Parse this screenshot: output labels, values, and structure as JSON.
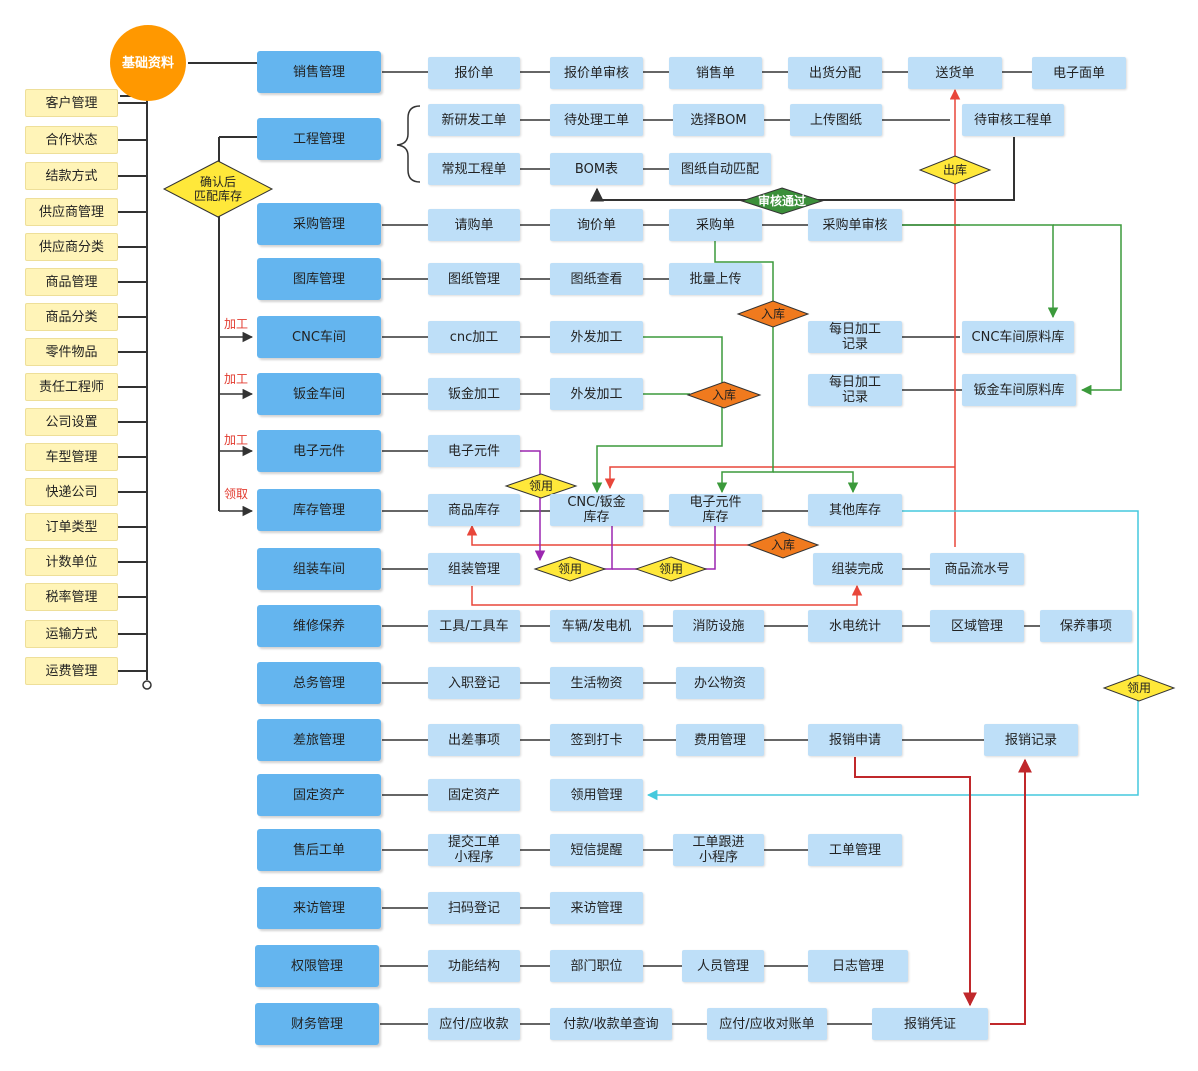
{
  "root": "基础资料",
  "sidebar": [
    "客户管理",
    "合作状态",
    "结款方式",
    "供应商管理",
    "供应商分类",
    "商品管理",
    "商品分类",
    "零件物品",
    "责任工程师",
    "公司设置",
    "车型管理",
    "快递公司",
    "订单类型",
    "计数单位",
    "税率管理",
    "运输方式",
    "运费管理"
  ],
  "modules": {
    "sales": "销售管理",
    "engineering": "工程管理",
    "purchase": "采购管理",
    "drawing": "图库管理",
    "cnc": "CNC车间",
    "sheet": "钣金车间",
    "electronic": "电子元件",
    "inventory": "库存管理",
    "assembly": "组装车间",
    "maintenance": "维修保养",
    "general": "总务管理",
    "travel": "差旅管理",
    "assets": "固定资产",
    "aftersales": "售后工单",
    "visitor": "来访管理",
    "permission": "权限管理",
    "finance": "财务管理"
  },
  "boxes": {
    "quote": "报价单",
    "quote_review": "报价单审核",
    "sales_order": "销售单",
    "ship_alloc": "出货分配",
    "delivery": "送货单",
    "e_waybill": "电子面单",
    "new_rd": "新研发工单",
    "pending_wo": "待处理工单",
    "select_bom": "选择BOM",
    "upload_drawing": "上传图纸",
    "pending_review_wo": "待审核工程单",
    "regular_wo": "常规工程单",
    "bom_table": "BOM表",
    "auto_match": "图纸自动匹配",
    "requisition": "请购单",
    "inquiry": "询价单",
    "purchase_order": "采购单",
    "po_review": "采购单审核",
    "drawing_mgmt": "图纸管理",
    "drawing_view": "图纸查看",
    "batch_upload": "批量上传",
    "cnc_process": "cnc加工",
    "outsource_1": "外发加工",
    "daily_record_1": "每日加工\n记录",
    "cnc_raw": "CNC车间原料库",
    "sheet_process": "钣金加工",
    "outsource_2": "外发加工",
    "daily_record_2": "每日加工\n记录",
    "sheet_raw": "钣金车间原料库",
    "e_component": "电子元件",
    "goods_stock": "商品库存",
    "cnc_sheet_stock": "CNC/钣金\n库存",
    "e_stock": "电子元件\n库存",
    "other_stock": "其他库存",
    "assembly_mgmt": "组装管理",
    "assembly_done": "组装完成",
    "serial_no": "商品流水号",
    "tools": "工具/工具车",
    "vehicle": "车辆/发电机",
    "fire": "消防设施",
    "utility": "水电统计",
    "area": "区域管理",
    "maint_items": "保养事项",
    "onboard": "入职登记",
    "living": "生活物资",
    "office": "办公物资",
    "trip": "出差事项",
    "checkin": "签到打卡",
    "expense": "费用管理",
    "claim_apply": "报销申请",
    "claim_record": "报销记录",
    "fixed_asset": "固定资产",
    "use_mgmt": "领用管理",
    "submit_wo": "提交工单\n小程序",
    "sms": "短信提醒",
    "wo_track": "工单跟进\n小程序",
    "wo_mgmt": "工单管理",
    "scan_reg": "扫码登记",
    "visit_mgmt": "来访管理",
    "func_struct": "功能结构",
    "dept_pos": "部门职位",
    "staff": "人员管理",
    "log": "日志管理",
    "ap_ar": "应付/应收款",
    "pay_query": "付款/收款单查询",
    "reconcile": "应付/应收对账单",
    "voucher": "报销凭证"
  },
  "decisions": {
    "confirm_match": "确认后\n匹配库存",
    "review_pass": "审核通过",
    "out_stock": "出库",
    "in_stock_1": "入库",
    "in_stock_2": "入库",
    "in_stock_3": "入库",
    "use_1": "领用",
    "use_2": "领用",
    "use_3": "领用",
    "use_4": "领用"
  },
  "labels": {
    "process_1": "加工",
    "process_2": "加工",
    "process_3": "加工",
    "receive": "领取"
  },
  "colors": {
    "root": "#ff9800",
    "module": "#64b5ef",
    "box": "#bedff8",
    "side": "#fff4b8",
    "diamond_yellow": "#ffe83a",
    "diamond_orange": "#f07a1e",
    "diamond_green": "#3b8f3a",
    "red_flow": "#e8463a",
    "green_flow": "#3b9a3b",
    "purple_flow": "#9c27b0",
    "cyan_flow": "#45c9dd",
    "darkred_flow": "#c0282b"
  }
}
